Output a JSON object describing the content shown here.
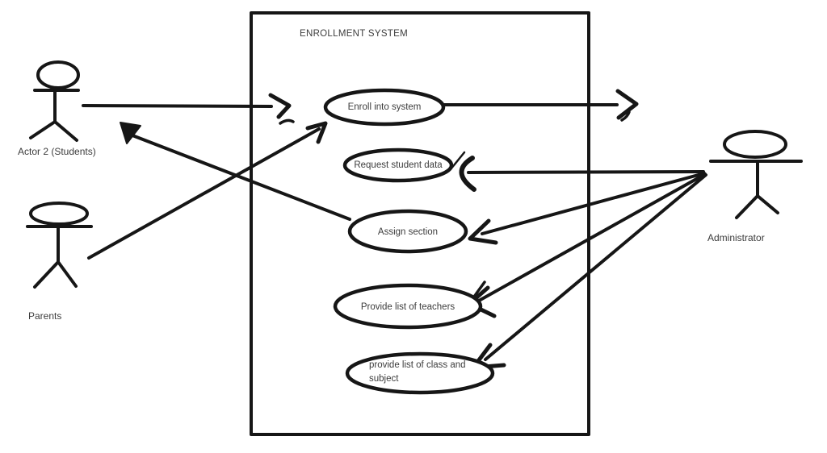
{
  "colors": {
    "ink": "#161616",
    "text": "#3c3c3c",
    "background": "#ffffff"
  },
  "system": {
    "title": "ENROLLMENT SYSTEM"
  },
  "actors": {
    "students": {
      "label": "Actor 2 (Students)"
    },
    "parents": {
      "label": "Parents"
    },
    "administrator": {
      "label": "Administrator"
    }
  },
  "use_cases": {
    "enroll": {
      "label": "Enroll into system"
    },
    "request_data": {
      "label": "Request student data"
    },
    "assign_section": {
      "label": "Assign section"
    },
    "teachers": {
      "label": "Provide list of teachers"
    },
    "class_subject": {
      "line1": "provide list of class and",
      "line2": "subject"
    }
  },
  "connections": [
    {
      "from": "Actor 2 (Students)",
      "to": "Enroll into system"
    },
    {
      "from": "Parents",
      "to": "Enroll into system"
    },
    {
      "from": "Assign section",
      "to": "Actor 2 (Students)"
    },
    {
      "from": "Enroll into system",
      "to": "Administrator"
    },
    {
      "from": "Administrator",
      "to": "Request student data"
    },
    {
      "from": "Administrator",
      "to": "Assign section"
    },
    {
      "from": "Administrator",
      "to": "Provide list of teachers"
    },
    {
      "from": "Administrator",
      "to": "provide list of class and subject"
    }
  ]
}
